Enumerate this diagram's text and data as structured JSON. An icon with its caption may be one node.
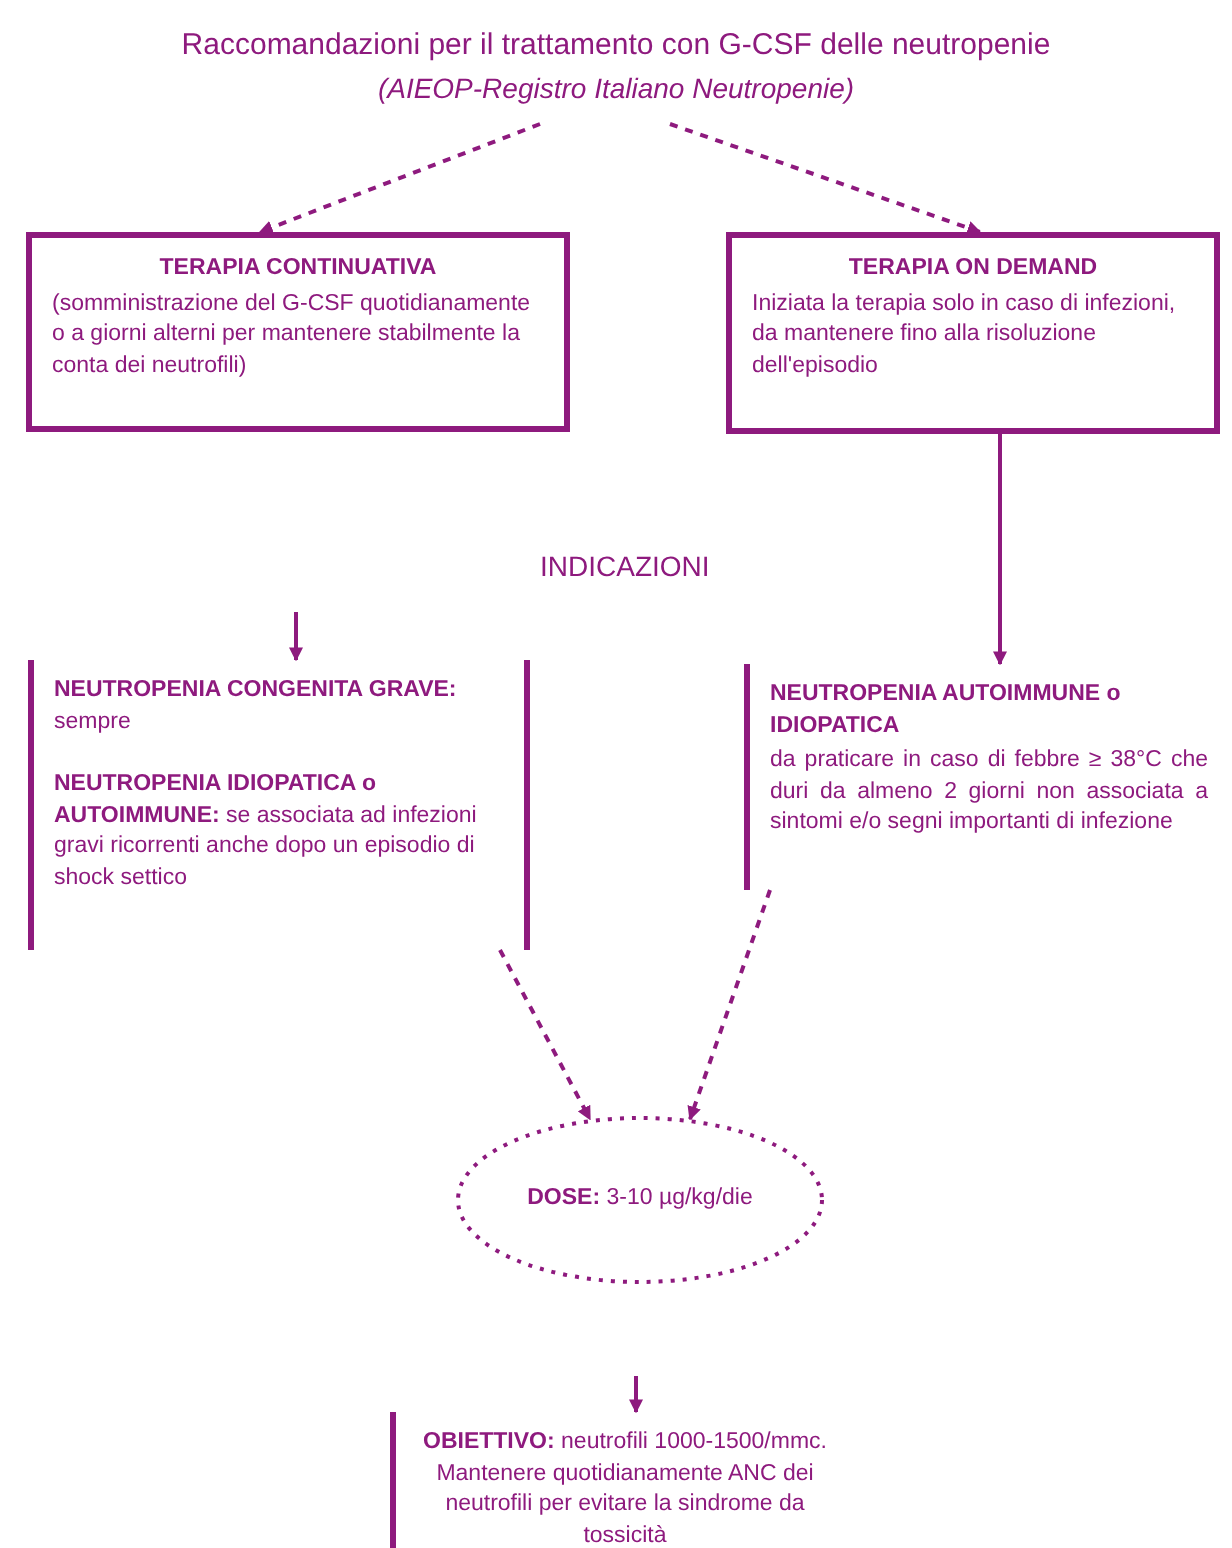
{
  "diagram": {
    "title": "Raccomandazioni per il trattamento con G-CSF delle neutropenie",
    "nodes": [
      {
        "text": [
          "TERAPIA CONTINUATIVA",
          "(somministrazione del G-CSF quotidianamente o a giorni alterni per mantenere stabilmente la conta dei neutrofili)"
        ]
      },
      {
        "text": [
          "TERAPIA ON DEMAND",
          "Iniziata la terapia solo in caso di infezioni, da mantenere fino alla risoluzione dell'episodio"
        ]
      },
      {
        "text": [
          "**NEUTROPENIA CONGENITA GRAVE:** sempre",
          "**NEUTROPENIA IDIOPATICA o AUTOIMMUNE:** se associata ad infezioni gravi ricorrenti anche dopo un episodio di shock settico"
        ]
      },
      {
        "text": [
          "NEUTROPENIA AUTOIMMUNE o IDIOPATICA",
          "da praticare in caso di febbre ≥ 38°C che duri da almeno 2 giorni non associata a sintomi e/o segni importanti di infezione"
        ]
      },
      {
        "text": [
          "**DOSE:** 3-10 µg/kg/die"
        ]
      },
      {
        "text": [
          "**OBIETTIVO:** neutrofili 1000-1500/mmc. Mantenere quotidianamente ANC dei neutrofili per evitare la sindrome da tossicità"
        ]
      }
    ],
    "edges": [
      {
        "from": null,
        "to": 0,
        "arrow": "to",
        "style": "dashed"
      },
      {
        "from": null,
        "to": 1,
        "arrow": "to",
        "style": "dashed"
      },
      {
        "from": 1,
        "to": 3,
        "arrow": "to"
      },
      {
        "from": null,
        "to": 2,
        "arrow": "to"
      },
      {
        "from": 2,
        "to": 4,
        "arrow": "to",
        "style": "dashed"
      },
      {
        "from": 3,
        "to": 4,
        "arrow": "to",
        "style": "dashed"
      },
      {
        "from": null,
        "to": 5,
        "arrow": "to"
      }
    ],
    "labels": [
      "(AIEOP-Registro Italiano Neutropenie)",
      "INDICAZIONI"
    ]
  }
}
